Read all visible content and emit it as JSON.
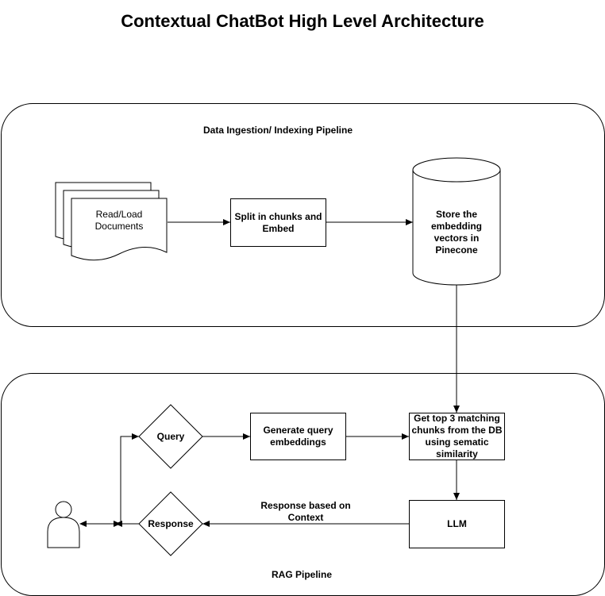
{
  "title": "Contextual ChatBot High Level Architecture",
  "groups": {
    "ingestion": {
      "label": "Data Ingestion/ Indexing Pipeline"
    },
    "rag": {
      "label": "RAG Pipeline"
    }
  },
  "nodes": {
    "read_load": "Read/Load Documents",
    "split_embed": "Split in chunks and Embed",
    "store_vectors": "Store the embedding vectors in Pinecone",
    "query": "Query",
    "generate_embeddings": "Generate query embeddings",
    "get_top3": "Get top 3 matching chunks from the DB using sematic similarity",
    "llm": "LLM",
    "response": "Response"
  },
  "edge_labels": {
    "llm_to_response": "Response based on Context"
  },
  "icons": {
    "user": "user-icon"
  }
}
